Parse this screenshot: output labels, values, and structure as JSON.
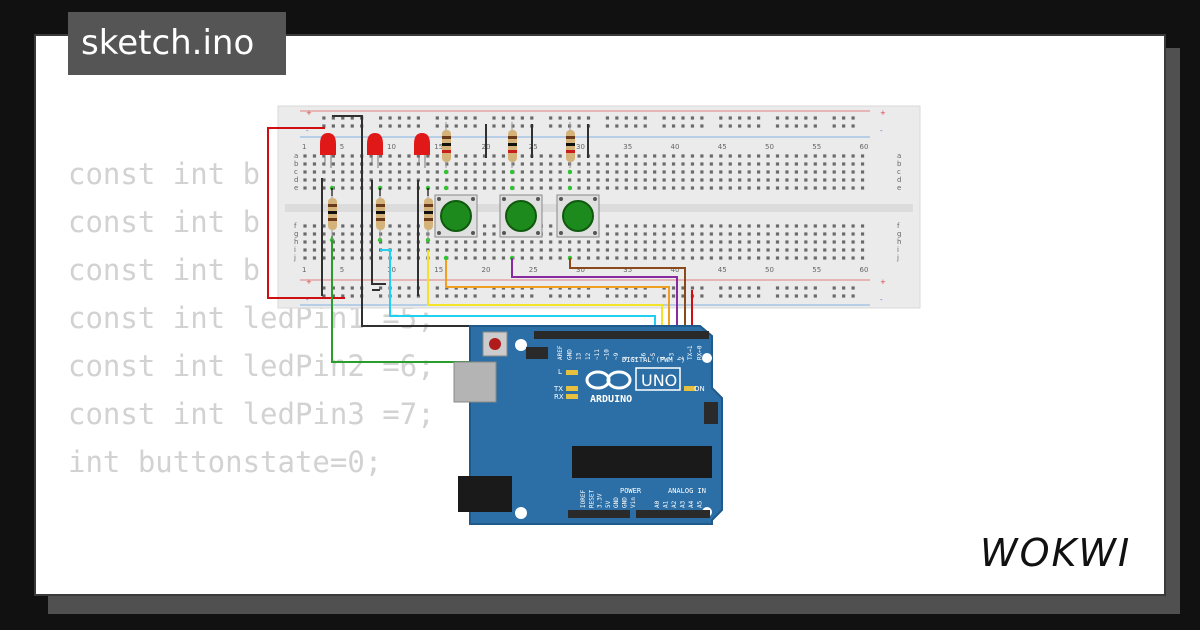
{
  "title": "sketch.ino",
  "code_lines": [
    "const int b",
    "const int b",
    "const int b",
    "const int ledPin1 =5;",
    "const int ledPin2 =6;",
    "const int ledPin3 =7;",
    "int buttonstate=0;"
  ],
  "brand": "WOKWI",
  "breadboard": {
    "column_numbers": [
      "1",
      "5",
      "10",
      "15",
      "20",
      "25",
      "30",
      "35",
      "40",
      "45",
      "50",
      "55",
      "60"
    ],
    "row_letters_top": [
      "a",
      "b",
      "c",
      "d",
      "e"
    ],
    "row_letters_bottom": [
      "f",
      "g",
      "h",
      "i",
      "j"
    ],
    "rail_plus": "+",
    "rail_minus": "-"
  },
  "arduino": {
    "model": "UNO",
    "brand": "ARDUINO",
    "digital_label": "DIGITAL (PWM ~)",
    "power_label": "POWER",
    "analog_label": "ANALOG IN",
    "on_label": "ON",
    "tx_label": "TX",
    "rx_label": "RX",
    "l_label": "L",
    "top_pins": [
      "AREF",
      "GND",
      "13",
      "12",
      "~11",
      "~10",
      "~9",
      "8",
      "7",
      "~6",
      "~5",
      "4",
      "~3",
      "2",
      "TX→1",
      "RX←0"
    ],
    "power_pins": [
      "IOREF",
      "RESET",
      "3.3V",
      "5V",
      "GND",
      "GND",
      "Vin"
    ],
    "analog_pins": [
      "A0",
      "A1",
      "A2",
      "A3",
      "A4",
      "A5"
    ]
  },
  "colors": {
    "background": "#111111",
    "card": "#ffffff",
    "tab": "#555555",
    "code_text": "#d2d2d2",
    "board_blue": "#2c6fa6",
    "button_green": "#1c8a1c",
    "led_red": "#e01818"
  },
  "components": {
    "leds": [
      "led-1",
      "led-2",
      "led-3"
    ],
    "buttons": [
      "button-1",
      "button-2",
      "button-3"
    ],
    "resistors": [
      "resistor-1",
      "resistor-2",
      "resistor-3",
      "resistor-4",
      "resistor-5",
      "resistor-6"
    ]
  }
}
